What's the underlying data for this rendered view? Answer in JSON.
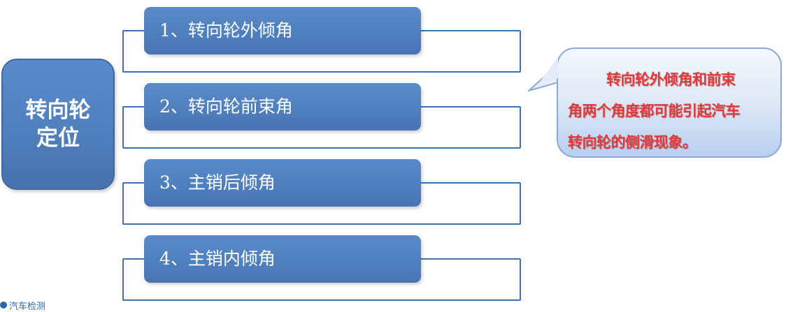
{
  "root": {
    "line1": "转向轮",
    "line2": "定位"
  },
  "items": [
    {
      "label": "1、转向轮外倾角"
    },
    {
      "label": "2、转向轮前束角"
    },
    {
      "label": "3、主销后倾角"
    },
    {
      "label": "4、主销内倾角"
    }
  ],
  "callout": {
    "line1": "转向轮外倾角和前束",
    "line2": "角两个角度都可能引起汽车",
    "line3": "转向轮的侧滑现象。"
  },
  "watermark": {
    "text": "汽车检测"
  },
  "colors": {
    "box_blue": "#4f80bd",
    "frame_blue": "#3f72b0",
    "callout_text": "#e03a3a"
  }
}
